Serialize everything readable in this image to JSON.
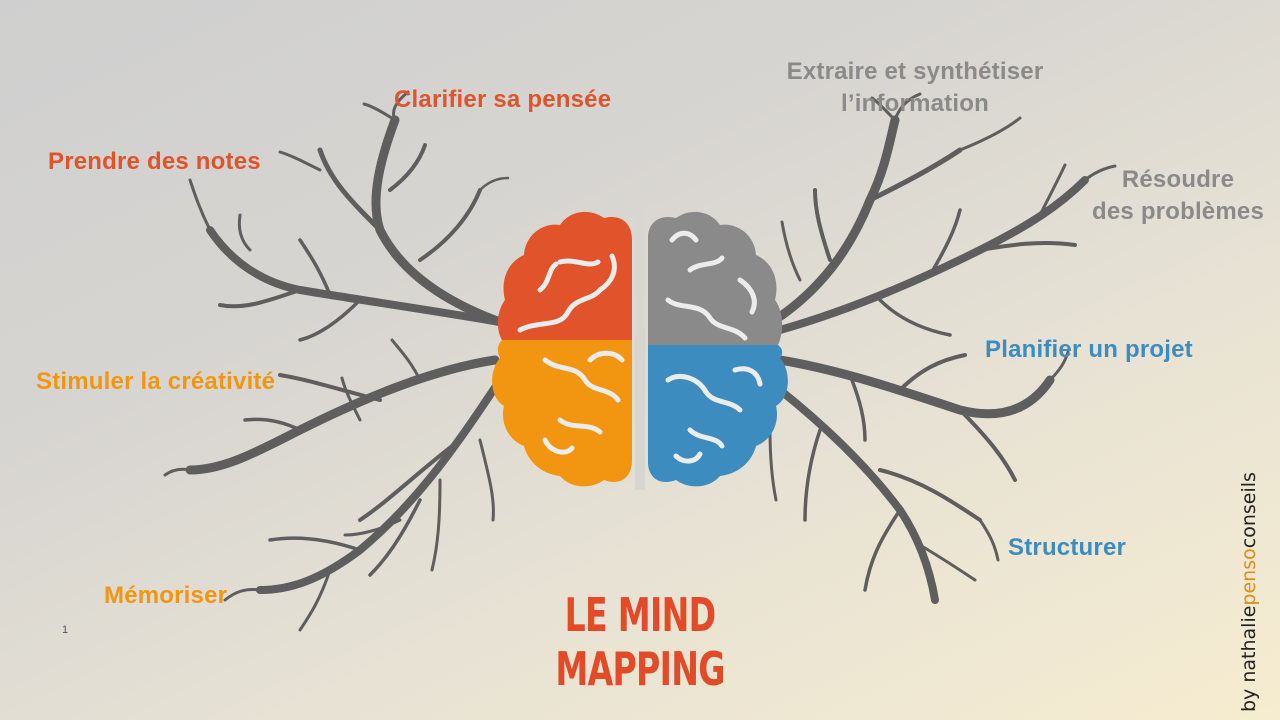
{
  "title": "LE MIND MAPPING",
  "page_number": "1",
  "credit": {
    "prefix": "by nathalie",
    "accent": "penso",
    "suffix": "conseils"
  },
  "colors": {
    "red": "#e0532b",
    "orange": "#f29511",
    "grey": "#8a8a8a",
    "blue": "#3d8cbf",
    "branches": "#5e5e5e"
  },
  "brain": {
    "left_top_color": "#e0532b",
    "left_bottom_color": "#f29511",
    "right_top_color": "#8a8a8a",
    "right_bottom_color": "#3d8cbf"
  },
  "left_labels": {
    "prendre_notes": "Prendre des notes",
    "clarifier": "Clarifier sa pensée",
    "stimuler": "Stimuler la créativité",
    "memoriser": "Mémoriser"
  },
  "right_labels": {
    "extraire_line1": "Extraire et synthétiser",
    "extraire_line2": "l’information",
    "resoudre_line1": "Résoudre",
    "resoudre_line2": "des problèmes",
    "planifier": "Planifier un projet",
    "structurer": "Structurer"
  }
}
